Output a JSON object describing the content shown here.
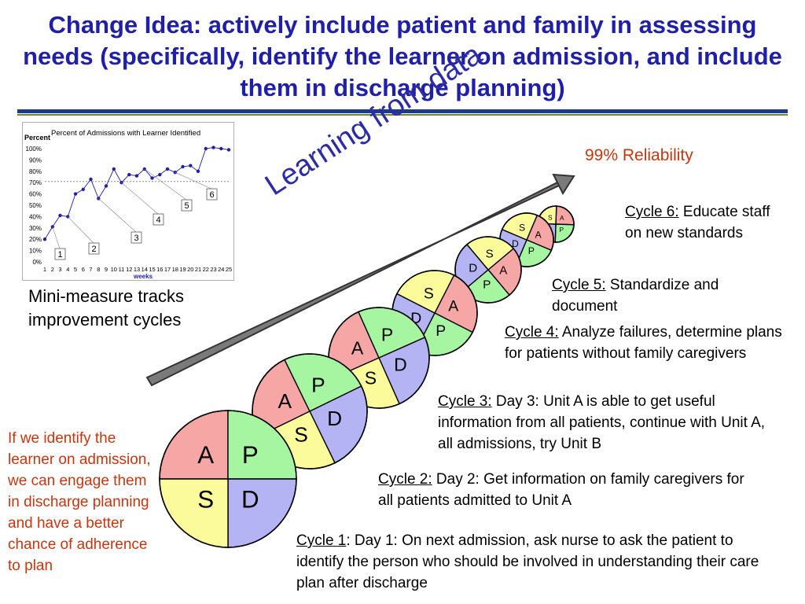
{
  "title": "Change Idea: actively include patient and family in assessing needs (specifically, identify the learner on admission, and include them in discharge planning)",
  "reliability": "99% Reliability",
  "learning_label": "Learning from data",
  "mini_measure": "Mini-measure tracks improvement cycles",
  "note_red": "If we identify the learner on admission, we can engage them in discharge planning and have a better chance of adherence to plan",
  "pdsa_letters": {
    "a": "A",
    "p": "P",
    "s": "S",
    "d": "D"
  },
  "colors": {
    "title": "#1f1fa8",
    "act": "#f7a6a6",
    "plan": "#a6f5a0",
    "study": "#fbfb9b",
    "do": "#b4b4f5",
    "accent": "#c8360e"
  },
  "cycles": [
    {
      "label": "Cycle 1",
      "sep": ": ",
      "text": "Day 1:  On next admission, ask nurse to ask the patient to identify the person who should be involved in understanding their care plan after discharge"
    },
    {
      "label": "Cycle 2:",
      "sep": " ",
      "text": "Day 2: Get information on family caregivers for all patients admitted to Unit A"
    },
    {
      "label": "Cycle 3:",
      "sep": " ",
      "text": "Day 3: Unit A is able to get useful information from all patients, continue with Unit A, all admissions, try Unit B"
    },
    {
      "label": "Cycle 4:",
      "sep": " ",
      "text": "Analyze failures, determine plans for patients without family caregivers"
    },
    {
      "label": "Cycle 5:",
      "sep": " ",
      "text": "Standardize and document"
    },
    {
      "label": "Cycle 6:",
      "sep": " ",
      "text": "Educate staff on new standards"
    }
  ],
  "chart_data": {
    "type": "line",
    "title": "Percent of Admissions with Learner Identified",
    "ylabel": "Percent",
    "xlabel": "weeks",
    "ylim": [
      0,
      100
    ],
    "yticks": [
      "0%",
      "10%",
      "20%",
      "30%",
      "40%",
      "50%",
      "60%",
      "70%",
      "80%",
      "90%",
      "100%"
    ],
    "x": [
      1,
      2,
      3,
      4,
      5,
      6,
      7,
      8,
      9,
      10,
      11,
      12,
      13,
      14,
      15,
      16,
      17,
      18,
      19,
      20,
      21,
      22,
      23,
      24,
      25
    ],
    "values": [
      20,
      31,
      41,
      40,
      60,
      64,
      73,
      56,
      67,
      82,
      70,
      77,
      76,
      82,
      74,
      77,
      82,
      79,
      84,
      85,
      80,
      100,
      101,
      100,
      99
    ],
    "reference_line": 71,
    "annotations": [
      "1",
      "2",
      "3",
      "4",
      "5",
      "6"
    ]
  }
}
